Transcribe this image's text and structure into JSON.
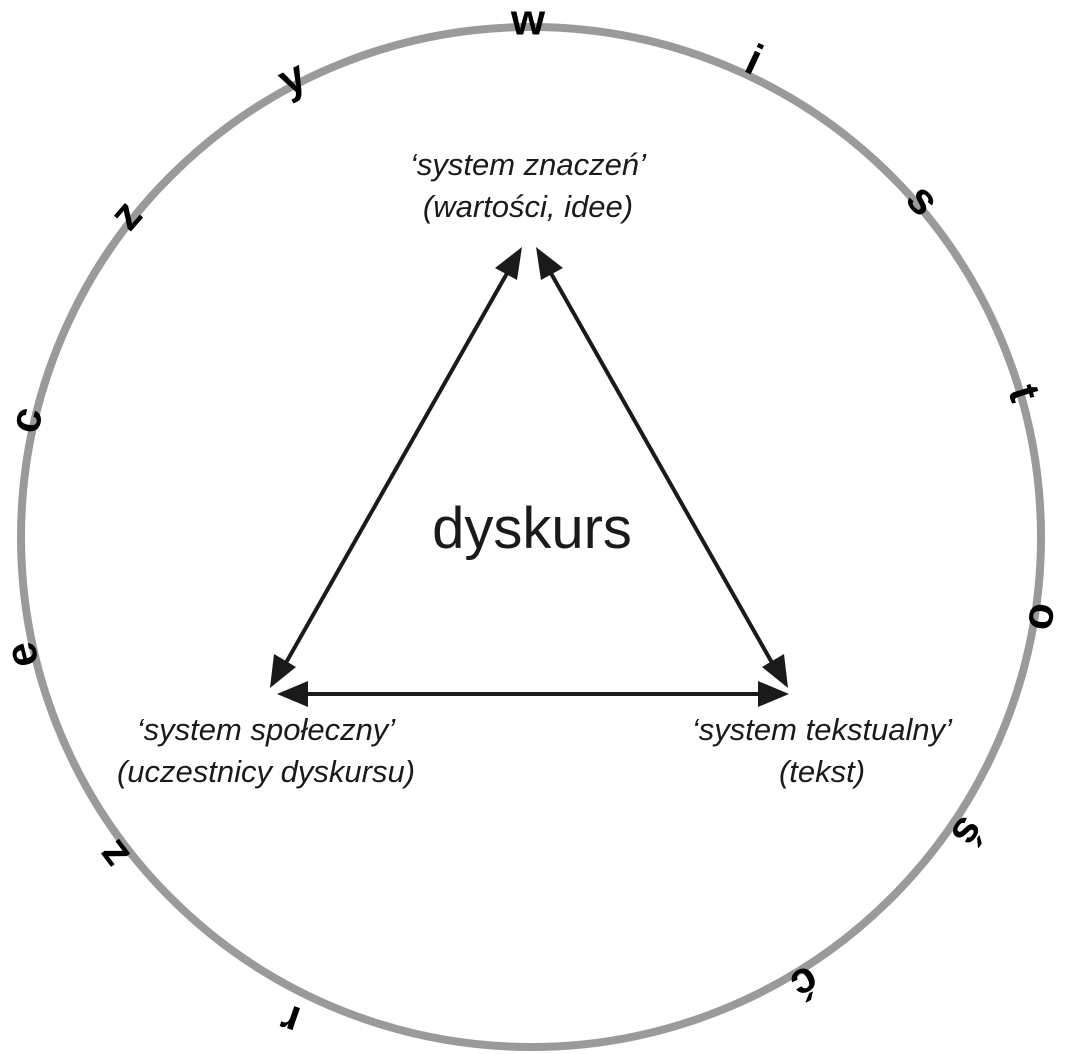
{
  "diagram": {
    "center_label": "dyskurs",
    "ring_text": "rzeczywistość",
    "ring_letters": [
      "r",
      "z",
      "e",
      "c",
      "z",
      "y",
      "w",
      "i",
      "s",
      "t",
      "o",
      "ś",
      "ć"
    ],
    "nodes": {
      "top": {
        "line1": "‘system znaczeń’",
        "line2": "(wartości, idee)"
      },
      "bottom_left": {
        "line1": "‘system społeczny’",
        "line2": "(uczestnicy dyskursu)"
      },
      "bottom_right": {
        "line1": "‘system tekstualny’",
        "line2": "(tekst)"
      }
    },
    "colors": {
      "ring": "#9a9a9a",
      "arrows": "#1a1a1a",
      "text": "#1a1a1a"
    }
  }
}
